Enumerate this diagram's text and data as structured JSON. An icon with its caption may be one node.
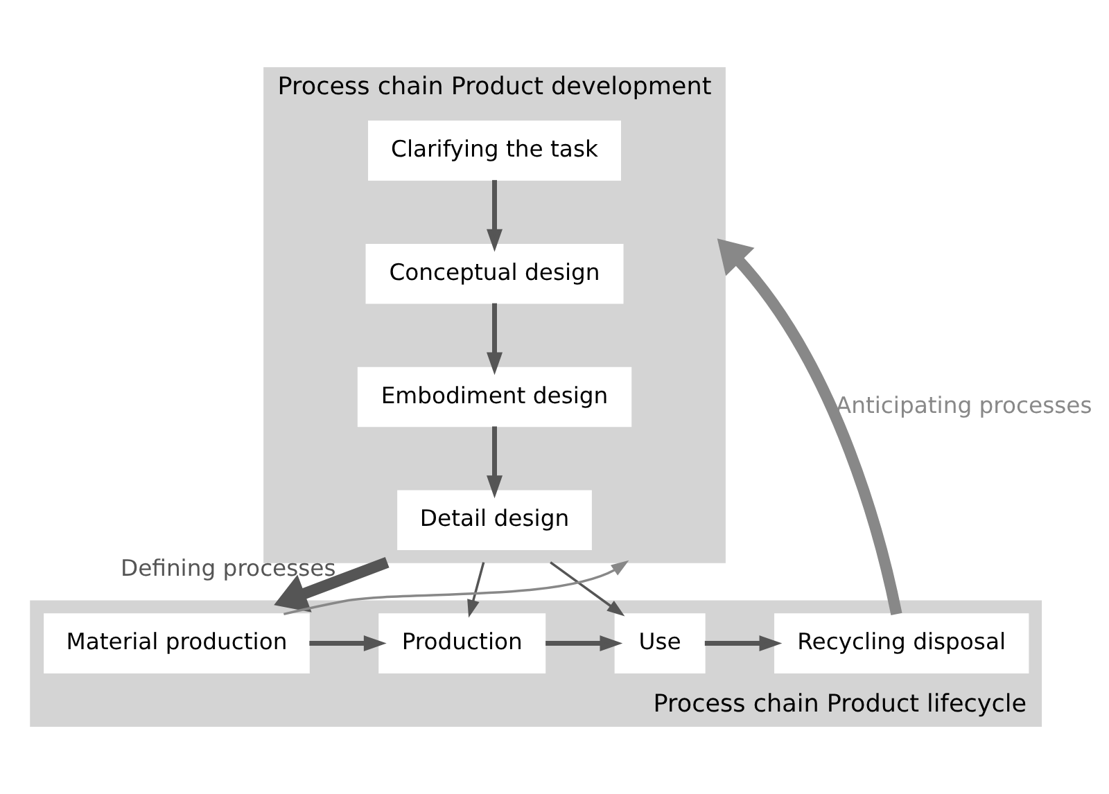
{
  "diagram": {
    "nodes": [
      {
        "text": [
          "Process chain Product development"
        ]
      },
      {
        "text": [
          "Clarifying the task"
        ],
        "in": 0
      },
      {
        "text": [
          "Conceptual design"
        ],
        "in": 0
      },
      {
        "text": [
          "Embodiment design"
        ],
        "in": 0
      },
      {
        "text": [
          "Detail design"
        ],
        "in": 0
      },
      {
        "text": [
          "Process chain Product lifecycle"
        ]
      },
      {
        "text": [
          "Material production"
        ],
        "in": 5
      },
      {
        "text": [
          "Production"
        ],
        "in": 5
      },
      {
        "text": [
          "Use"
        ],
        "in": 5
      },
      {
        "text": [
          "Recycling disposal"
        ],
        "in": 5
      }
    ],
    "edges": [
      {
        "from": 1,
        "to": 2,
        "arrow": "to"
      },
      {
        "from": 2,
        "to": 3,
        "arrow": "to"
      },
      {
        "from": 3,
        "to": 4,
        "arrow": "to"
      },
      {
        "from": 0,
        "to": 7,
        "arrow": "to"
      },
      {
        "from": 6,
        "to": 7,
        "arrow": "to"
      },
      {
        "from": 7,
        "to": 8,
        "arrow": "to"
      },
      {
        "from": 8,
        "to": 9,
        "arrow": "to"
      },
      {
        "from": 0,
        "to": 5,
        "arrow": "to",
        "label": "Defining processes",
        "style": "thick"
      },
      {
        "from": 9,
        "to": 0,
        "arrow": "to",
        "label": "Anticipating processes",
        "style": "thick",
        "color": "#888888"
      },
      {
        "from": 6,
        "to": 0,
        "arrow": "to",
        "color": "#888888"
      },
      {
        "from": 0,
        "to": 8,
        "arrow": "to"
      }
    ]
  }
}
